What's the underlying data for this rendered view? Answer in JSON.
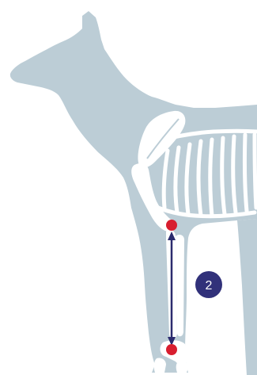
{
  "diagram": {
    "step_badge": {
      "label": "2"
    },
    "measurement": {
      "start_marker": "proximal-point",
      "end_marker": "distal-point",
      "arrow": "double-headed"
    },
    "colors": {
      "silhouette": "#bccdd6",
      "bone": "#ffffff",
      "marker": "#d81e2f",
      "arrow": "#2b2b6e",
      "badge": "#31317a",
      "badge_text": "#ffffff"
    }
  }
}
